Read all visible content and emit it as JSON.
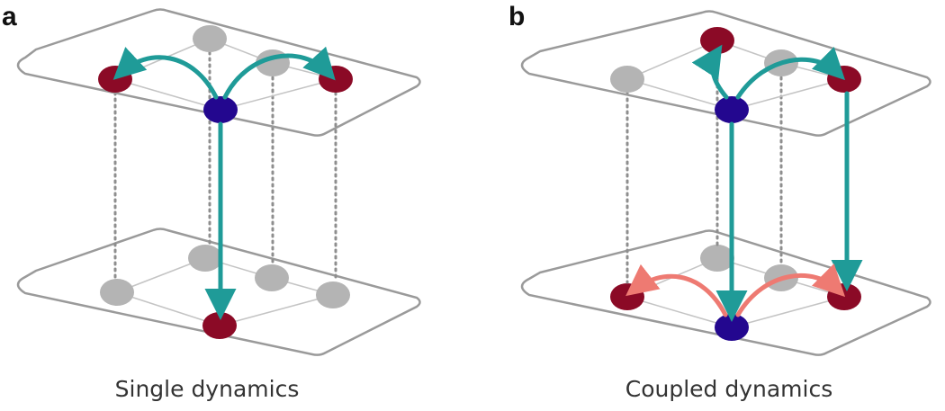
{
  "panels": [
    {
      "letter": "a",
      "caption": "Single dynamics"
    },
    {
      "letter": "b",
      "caption": "Coupled dynamics"
    }
  ],
  "colors": {
    "plane_outline": "#9a9a9a",
    "inactive_node": "#b4b4b4",
    "infected_node": "#8b0a26",
    "source_node": "#23078f",
    "upper_layer_arrow": "#1f9b98",
    "lower_layer_arrow": "#ee7a72",
    "interlayer_dotted": "#8e8e8e"
  }
}
